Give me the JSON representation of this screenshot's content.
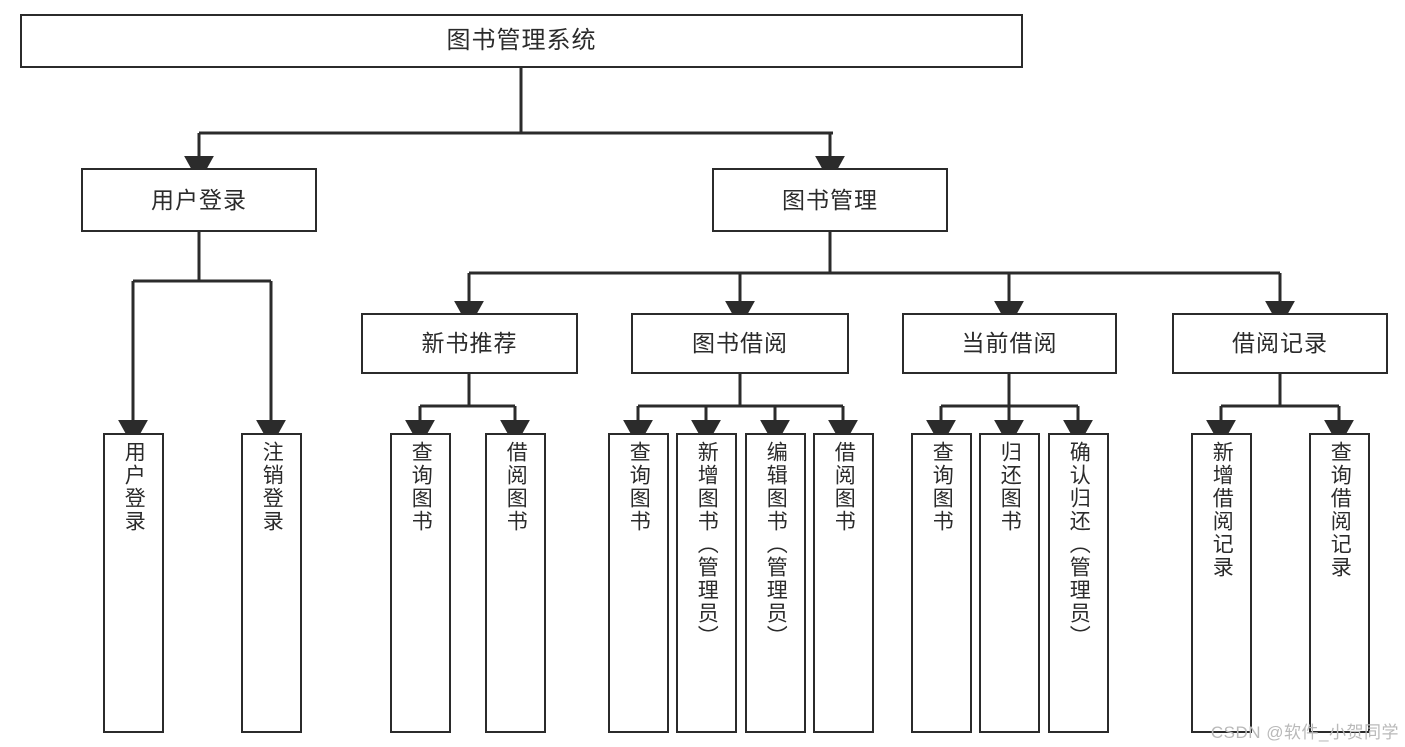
{
  "diagram": {
    "type": "tree",
    "title": "图书管理系统",
    "orientation": "top-down",
    "colors": {
      "box_border": "#2b2b2b",
      "box_fill": "#ffffff",
      "edge": "#2b2b2b",
      "background": "#ffffff",
      "watermark": "#b9b9b9"
    },
    "root": {
      "label": "图书管理系统",
      "children": [
        {
          "label": "用户登录",
          "children": [
            {
              "label": "用户登录"
            },
            {
              "label": "注销登录"
            }
          ]
        },
        {
          "label": "图书管理",
          "children": [
            {
              "label": "新书推荐",
              "children": [
                {
                  "label": "查询图书"
                },
                {
                  "label": "借阅图书"
                }
              ]
            },
            {
              "label": "图书借阅",
              "children": [
                {
                  "label": "查询图书"
                },
                {
                  "label": "新增图书（管理员）"
                },
                {
                  "label": "编辑图书（管理员）"
                },
                {
                  "label": "借阅图书"
                }
              ]
            },
            {
              "label": "当前借阅",
              "children": [
                {
                  "label": "查询图书"
                },
                {
                  "label": "归还图书"
                },
                {
                  "label": "确认归还（管理员）"
                }
              ]
            },
            {
              "label": "借阅记录",
              "children": [
                {
                  "label": "新增借阅记录"
                },
                {
                  "label": "查询借阅记录"
                }
              ]
            }
          ]
        }
      ]
    }
  },
  "watermark": {
    "text": "CSDN @软件_小贺同学"
  }
}
